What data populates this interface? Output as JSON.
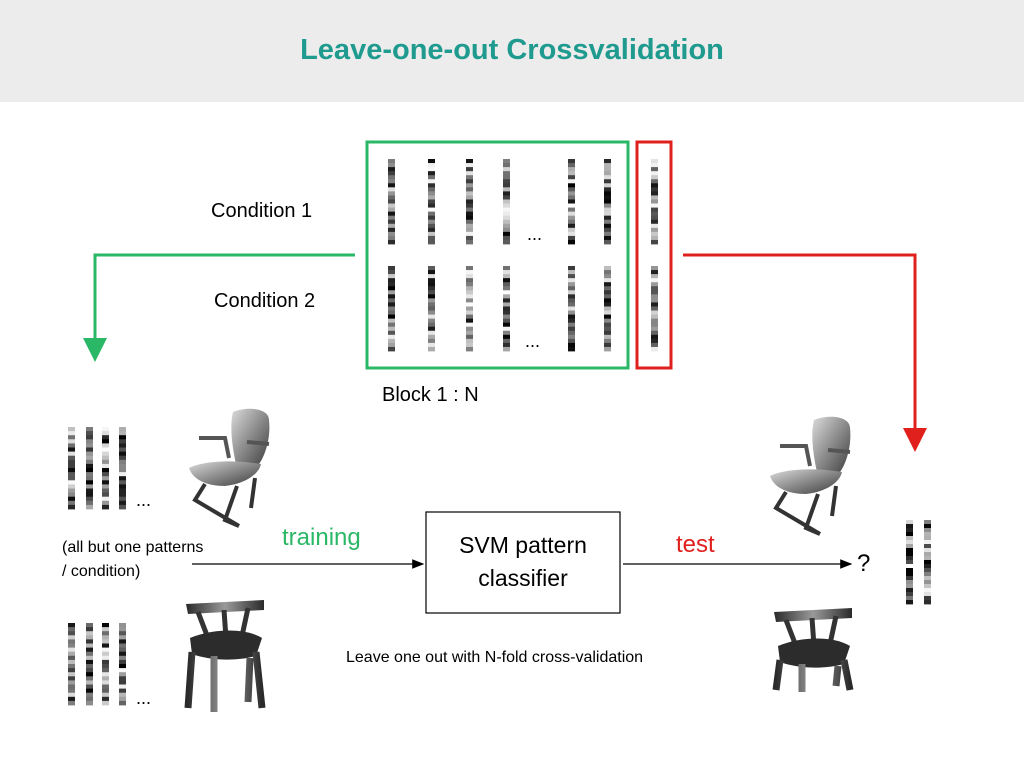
{
  "title": "Leave-one-out Crossvalidation",
  "labels": {
    "condition1": "Condition 1",
    "condition2": "Condition 2",
    "block": "Block 1 : N",
    "ellipsis": "...",
    "training": "training",
    "test": "test",
    "classifier_line1": "SVM pattern",
    "classifier_line2": "classifier",
    "all_but_one_line1": "(all but one patterns",
    "all_but_one_line2": "/ condition)",
    "question": "?",
    "caption": "Leave one out with N-fold cross-validation"
  },
  "colors": {
    "title": "#1f9a8f",
    "training_green": "#2ab866",
    "test_red": "#e0201c",
    "header_bg": "#ececec"
  },
  "icons": {
    "chair_office": "office-chair-icon",
    "chair_wooden": "wooden-chair-icon"
  }
}
